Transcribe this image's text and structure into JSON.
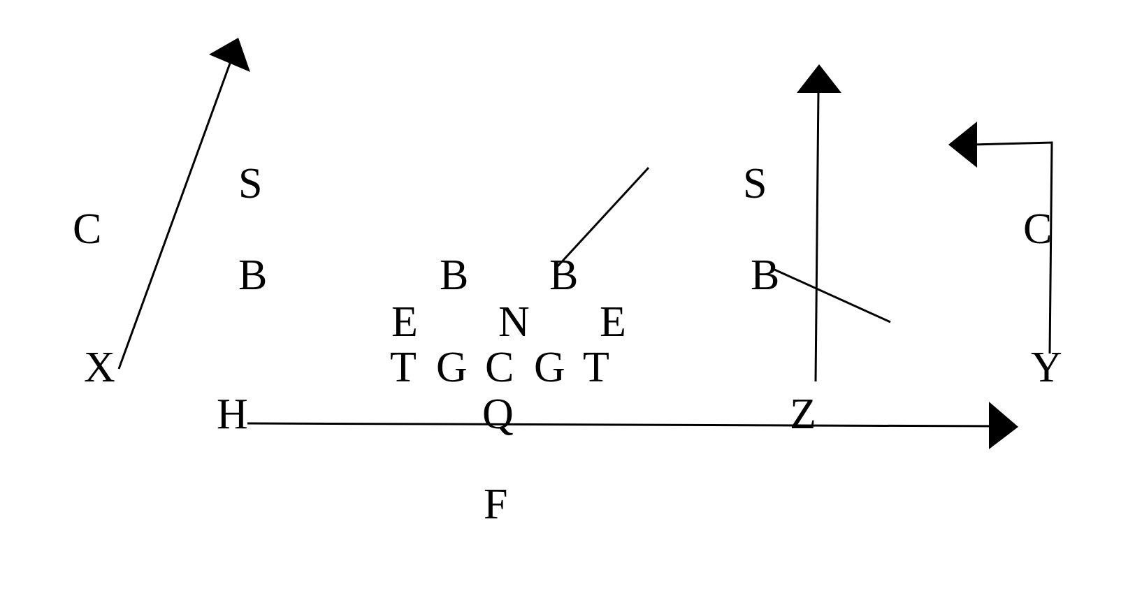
{
  "diagram": {
    "defense": {
      "safeties": [
        "S",
        "S"
      ],
      "corners": [
        "C",
        "C"
      ],
      "linebackers": [
        "B",
        "B",
        "B",
        "B"
      ],
      "line": [
        "E",
        "N",
        "E"
      ]
    },
    "offense": {
      "receivers": [
        "X",
        "Y",
        "Z"
      ],
      "line": [
        "T",
        "G",
        "C",
        "G",
        "T"
      ],
      "quarterback": "Q",
      "halfback": "H",
      "fullback": "F"
    }
  }
}
